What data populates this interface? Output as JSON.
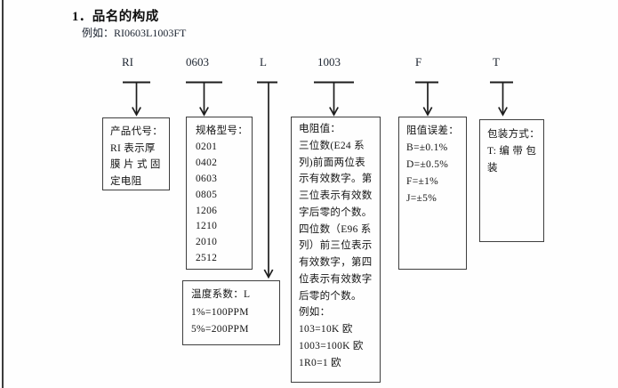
{
  "document": {
    "section_title": "1．品名的构成",
    "example": "例如：RI0603L1003FT"
  },
  "part_number_segments": [
    {
      "code": "RI"
    },
    {
      "code": "0603"
    },
    {
      "code": "L"
    },
    {
      "code": "1003"
    },
    {
      "code": "F"
    },
    {
      "code": "T"
    }
  ],
  "explanation_boxes": {
    "product_code": {
      "lines": [
        "产品代号：",
        "RI 表示厚",
        "膜 片 式 固",
        "定电阻"
      ]
    },
    "spec_model": {
      "lines": [
        "规格型号：",
        "0201",
        "0402",
        "0603",
        "0805",
        "1206",
        "1210",
        "2010",
        "2512"
      ]
    },
    "temperature_coefficient": {
      "lines": [
        "温度系数：L",
        "1%=100PPM",
        "5%=200PPM"
      ]
    },
    "resistance_value": {
      "lines": [
        "电阻值：",
        "三位数(E24 系",
        "列)前面两位表",
        "示有效数字。第",
        "三位表示有效数",
        "字后零的个数。",
        "四位数（E96 系",
        "列）前三位表示",
        "有效数字，第四",
        "位表示有效数字",
        "后零的个数。",
        "例如：",
        "103=10K 欧",
        "1003=100K 欧",
        "1R0=1 欧"
      ]
    },
    "tolerance": {
      "lines": [
        "阻值误差：",
        "B=±0.1%",
        "D=±0.5%",
        "F=±1%",
        "J=±5%"
      ]
    },
    "packaging": {
      "lines": [
        "包装方式：",
        "T: 编 带 包",
        "装"
      ]
    }
  },
  "colors": {
    "text": "#161616",
    "box_border": "#3e3e3e",
    "background": "#fefefe"
  }
}
